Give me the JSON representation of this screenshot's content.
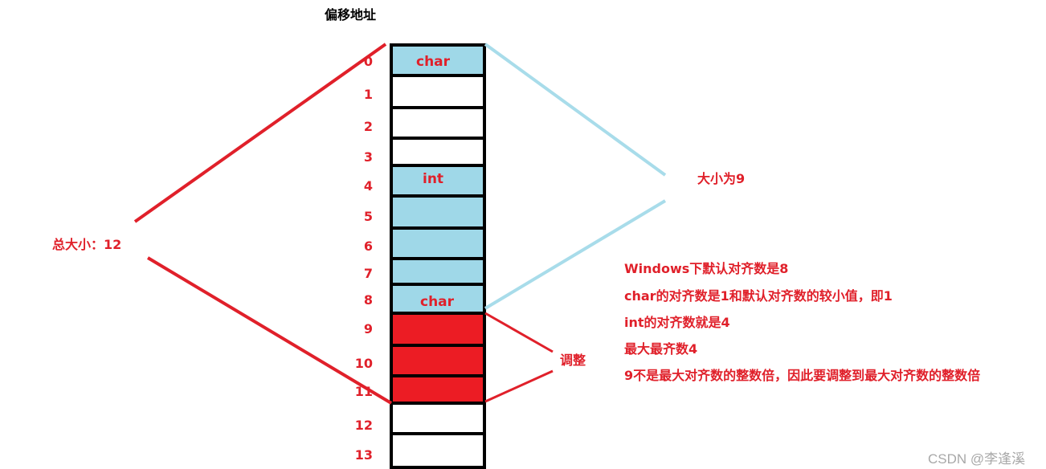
{
  "header": {
    "title": "偏移地址"
  },
  "offsets": [
    "0",
    "1",
    "2",
    "3",
    "4",
    "5",
    "6",
    "7",
    "8",
    "9",
    "10",
    "11",
    "12",
    "13"
  ],
  "cells": [
    {
      "fill": "#9fd8e8",
      "label": "char"
    },
    {
      "fill": "#ffffff",
      "label": ""
    },
    {
      "fill": "#ffffff",
      "label": ""
    },
    {
      "fill": "#ffffff",
      "label": ""
    },
    {
      "fill": "#9fd8e8",
      "label": "int"
    },
    {
      "fill": "#9fd8e8",
      "label": ""
    },
    {
      "fill": "#9fd8e8",
      "label": ""
    },
    {
      "fill": "#9fd8e8",
      "label": ""
    },
    {
      "fill": "#9fd8e8",
      "label": "char"
    },
    {
      "fill": "#ec1c24",
      "label": ""
    },
    {
      "fill": "#ec1c24",
      "label": ""
    },
    {
      "fill": "#ec1c24",
      "label": ""
    },
    {
      "fill": "#ffffff",
      "label": ""
    },
    {
      "fill": "#ffffff",
      "label": ""
    }
  ],
  "labels": {
    "total_size": "总大小：12",
    "size": "大小为9",
    "adjust": "调整"
  },
  "notes": [
    "Windows下默认对齐数是8",
    "char的对齐数是1和默认对齐数的较小值，即1",
    "int的对齐数就是4",
    "最大最齐数4",
    "9不是最大对齐数的整数倍，因此要调整到最大对齐数的整数倍"
  ],
  "watermark": "CSDN @李逢溪",
  "colors": {
    "red": "#e0202a",
    "light_blue": "#9fd8e8",
    "cell_red": "#ec1c24",
    "line_blue": "#a8dcea",
    "border": "#000000"
  }
}
